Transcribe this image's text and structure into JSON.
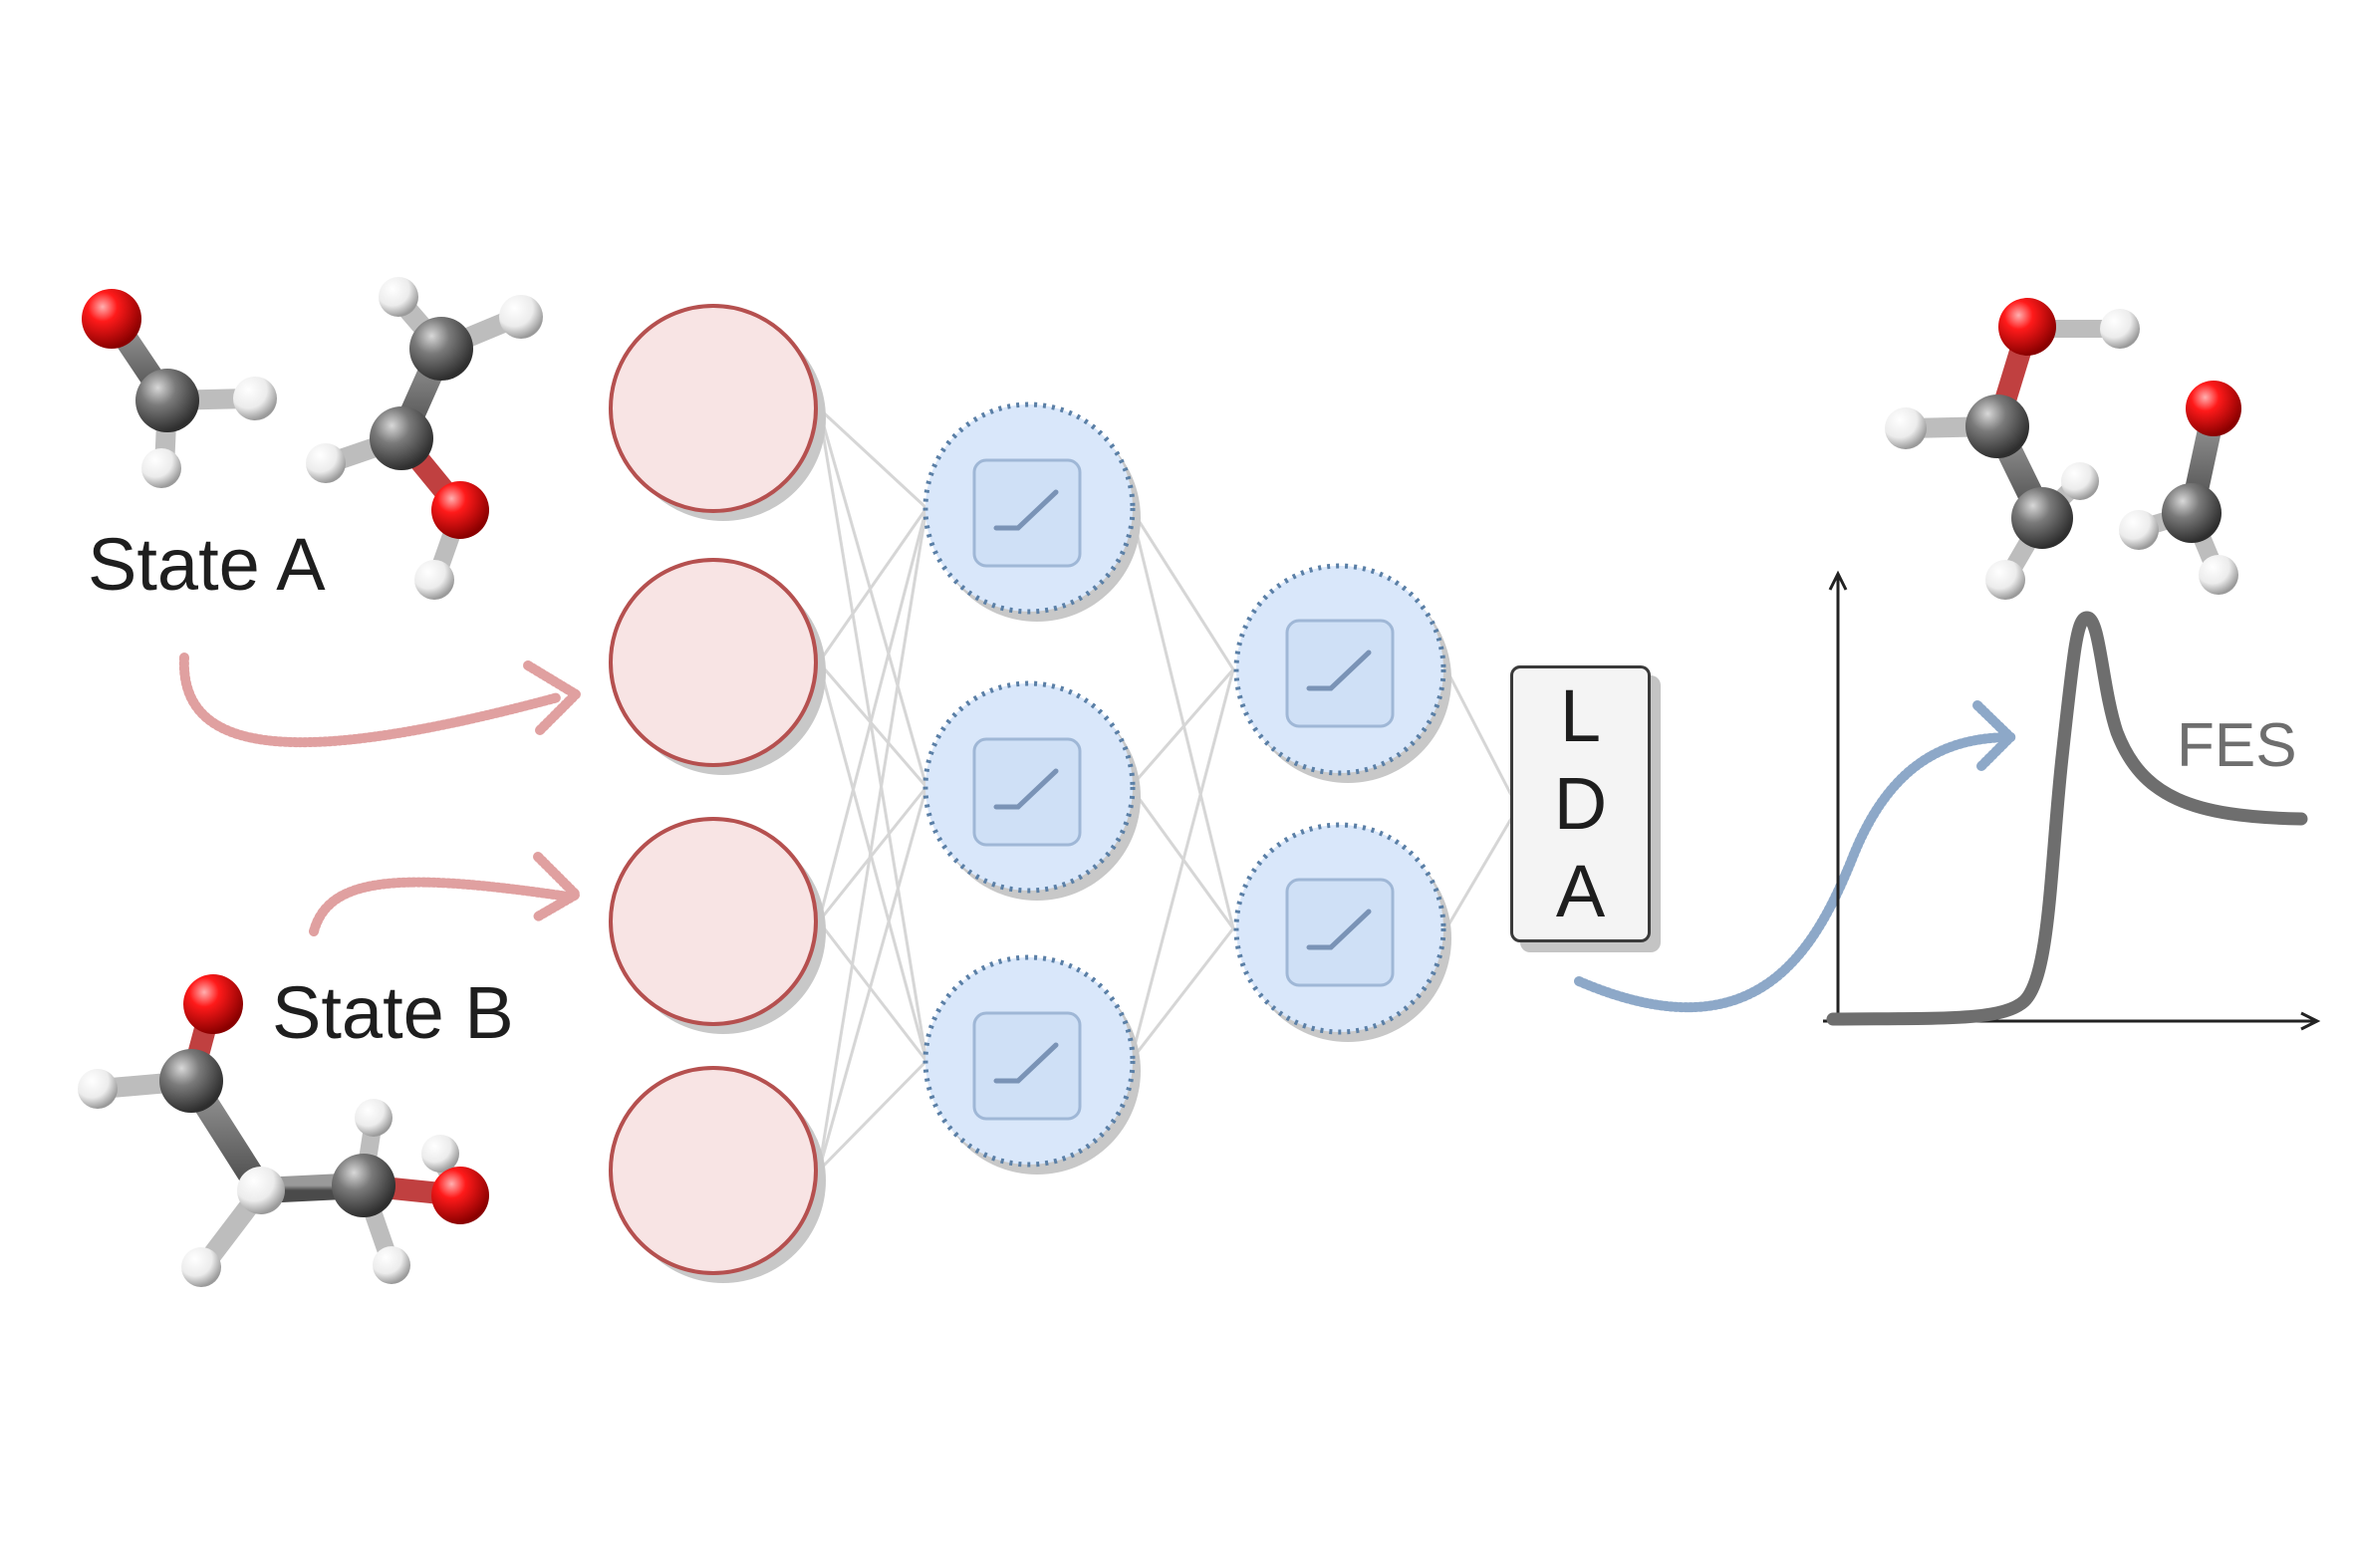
{
  "labels": {
    "state_a": "State A",
    "state_b": "State B",
    "lda": [
      "L",
      "D",
      "A"
    ],
    "fes": "FES"
  },
  "colors": {
    "oxygen": "#e00000",
    "carbon": "#6a6a6a",
    "hydrogen": "#f2f2f2",
    "input_node_fill": "#f8e4e4",
    "input_node_stroke": "#b5504f",
    "hidden_node_fill": "#d9e7fa",
    "hidden_node_stroke": "#5a7fa6",
    "arrow_red": "#e0a0a0",
    "arrow_blue": "#8da8c8",
    "curve": "#6e6e6e"
  }
}
